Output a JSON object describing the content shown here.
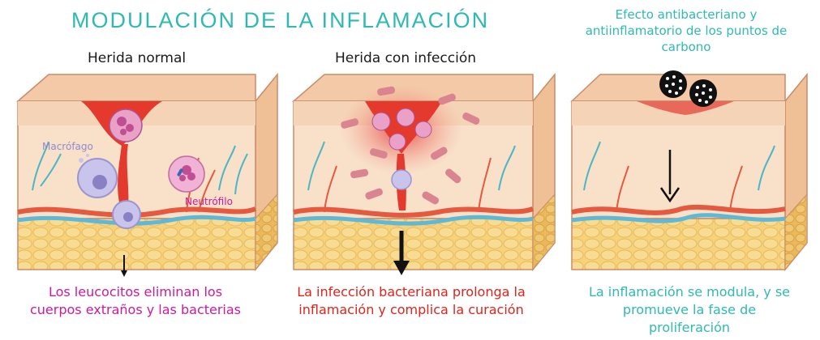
{
  "title": "MODULACIÓN DE LA INFLAMACIÓN",
  "panels": [
    {
      "heading": "Herida normal",
      "labels": {
        "macrophage": "Macrófago",
        "neutrophil": "Neutrófilo"
      },
      "caption": [
        "Los leucocitos eliminan los",
        "cuerpos extraños y las bacterias"
      ]
    },
    {
      "heading": "Herida con infección",
      "caption": [
        "La infección bacteriana prolonga la",
        "inflamación y complica la curación"
      ]
    },
    {
      "heading": [
        "Efecto antibacteriano y",
        "antiinflamatorio de los puntos de",
        "carbono"
      ],
      "caption": [
        "La inflamación se modula, y se",
        "promueve la fase de",
        "proliferación"
      ]
    }
  ],
  "colors": {
    "title": "#2fb9b3",
    "caption_normal": "#cc1a9c",
    "caption_infection": "#e0231b",
    "caption_carbon": "#2fb9b3",
    "skin_top": "#f6d9bf",
    "fat": "#f4cd73",
    "wound": "#e53a2e"
  }
}
